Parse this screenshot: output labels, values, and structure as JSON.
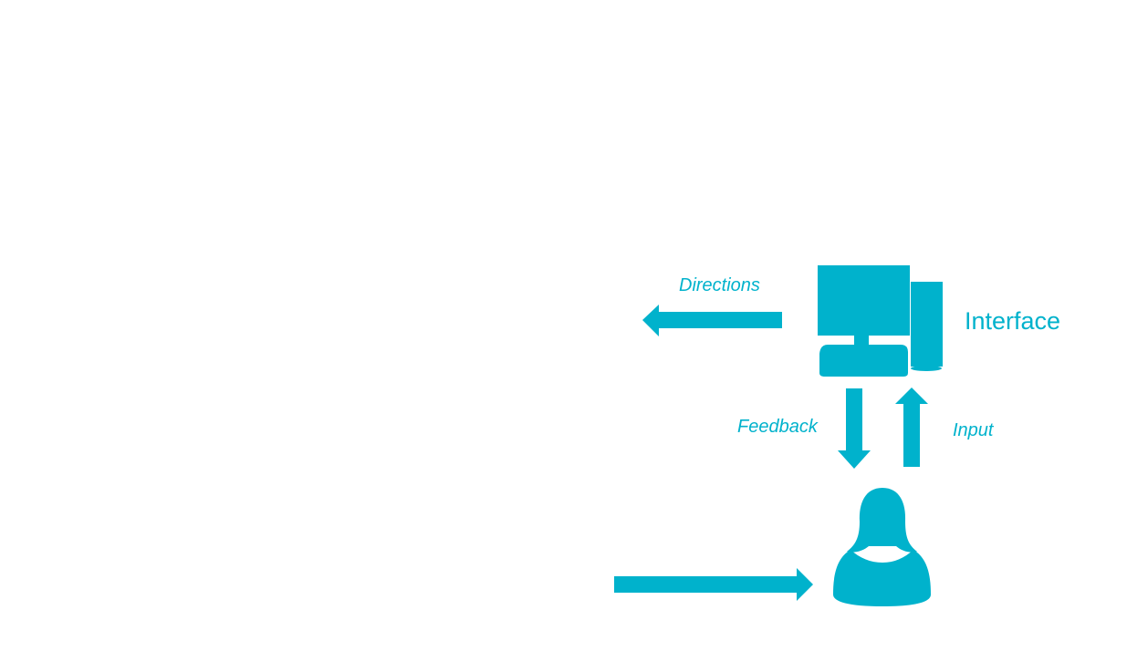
{
  "colors": {
    "accent": "#00b2cc"
  },
  "labels": {
    "directions": "Directions",
    "feedback": "Feedback",
    "input": "Input",
    "interface": "Interface"
  },
  "icons": {
    "computer": "computer-icon",
    "user": "user-icon"
  }
}
